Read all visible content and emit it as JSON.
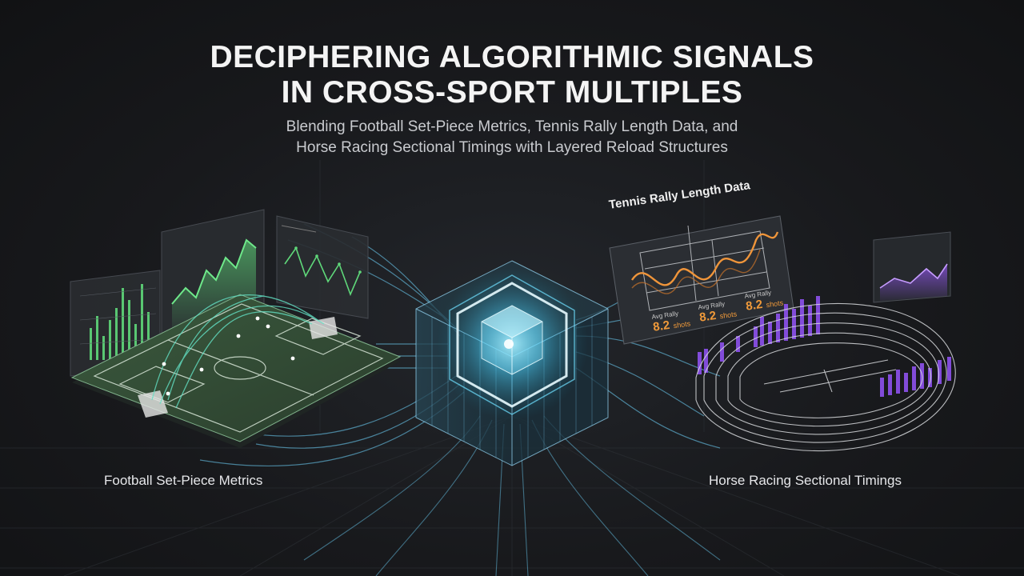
{
  "header": {
    "title_line1": "Deciphering Algorithmic Signals",
    "title_line2": "in Cross-Sport Multiples",
    "subtitle_line1": "Blending Football Set-Piece Metrics, Tennis Rally Length Data, and",
    "subtitle_line2": "Horse Racing Sectional Timings with Layered Reload Structures"
  },
  "panels": {
    "football_label": "Football Set-Piece Metrics",
    "tennis_title": "Tennis Rally Length Data",
    "horse_label": "Horse Racing Sectional Timings",
    "rally_stats": [
      {
        "key": "Avg Rally",
        "value": "8.2",
        "unit": "shots"
      },
      {
        "key": "Avg Rally",
        "value": "8.2",
        "unit": "shots"
      },
      {
        "key": "Avg Rally",
        "value": "8.2",
        "unit": "shots"
      }
    ]
  },
  "colors": {
    "football_accent": "#5fd87a",
    "tennis_accent": "#f0953a",
    "horse_accent": "#9a5cf0",
    "core_glow": "#5fe0ff"
  }
}
